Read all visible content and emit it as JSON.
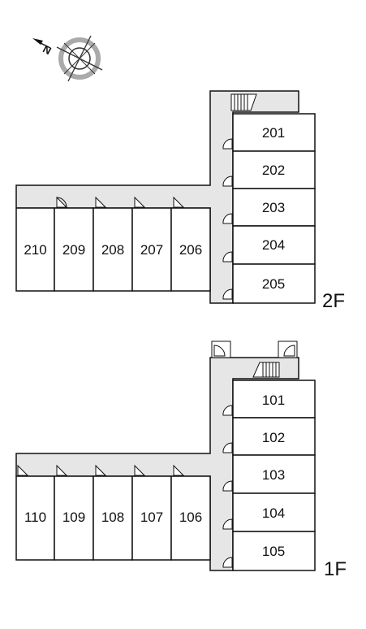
{
  "compass": {
    "north_letter": "N",
    "icon": "compass-icon"
  },
  "colors": {
    "corridor": "#e6e6e6",
    "wall": "#111111",
    "room": "#ffffff"
  },
  "floors": [
    {
      "label": "2F",
      "right_wing_rooms": [
        "201",
        "202",
        "203",
        "204",
        "205"
      ],
      "left_wing_rooms": [
        "210",
        "209",
        "208",
        "207",
        "206"
      ]
    },
    {
      "label": "1F",
      "right_wing_rooms": [
        "101",
        "102",
        "103",
        "104",
        "105"
      ],
      "left_wing_rooms": [
        "110",
        "109",
        "108",
        "107",
        "106"
      ]
    }
  ]
}
